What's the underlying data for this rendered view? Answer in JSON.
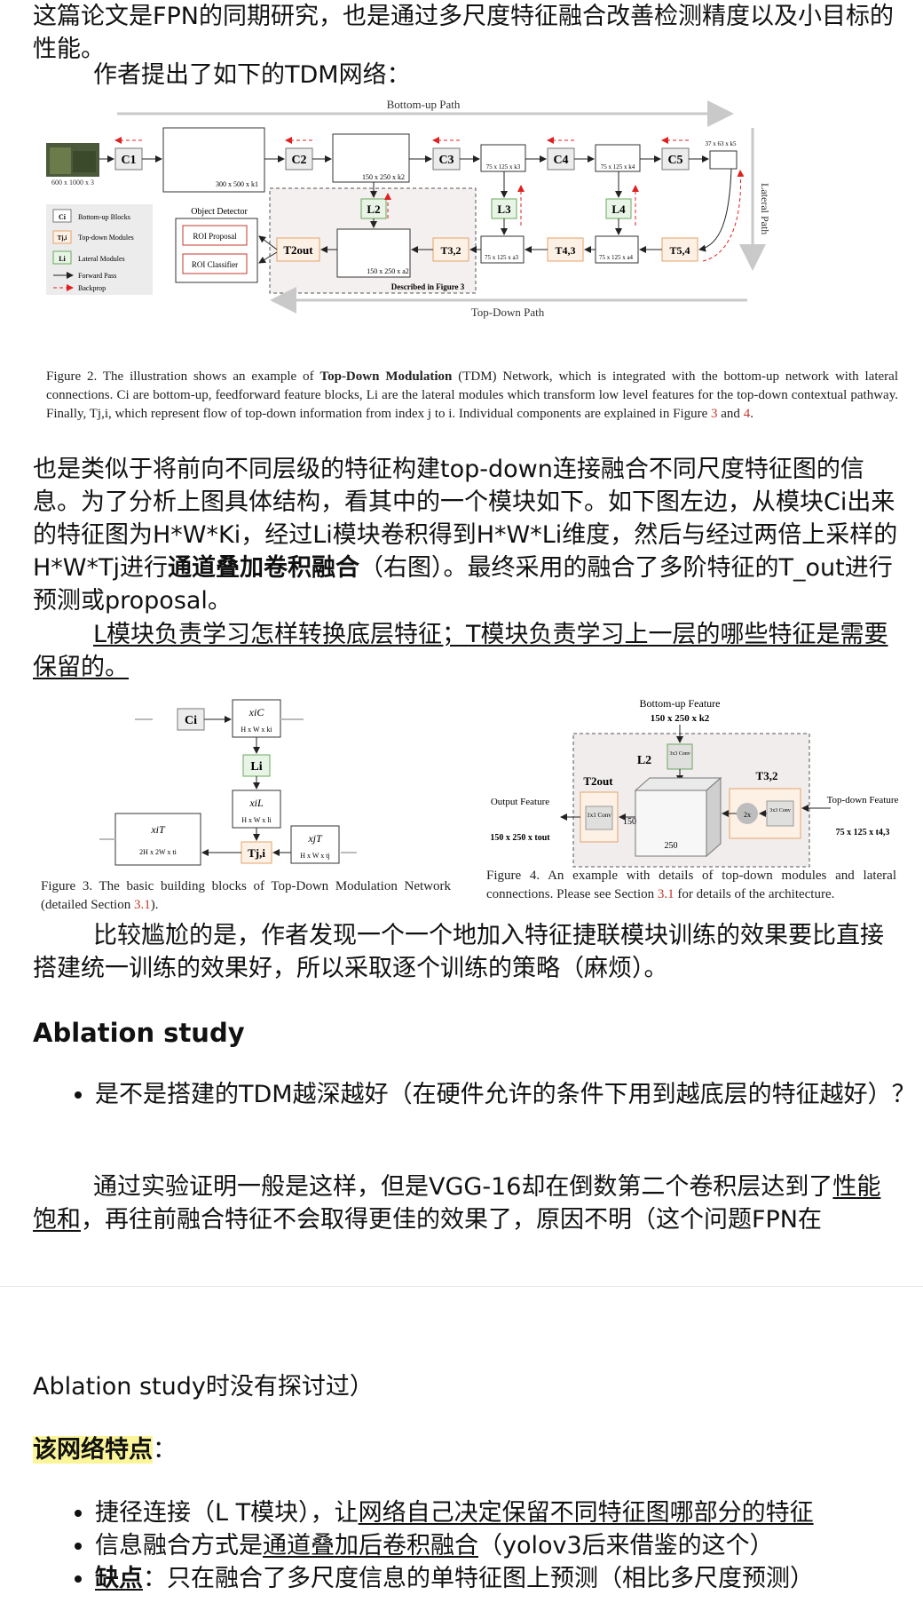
{
  "intro_line1": "这篇论文是FPN的同期研究，也是通过多尺度特征融合改善检测精度以及小目标的性能。",
  "intro_line2": "作者提出了如下的TDM网络：",
  "figure2": {
    "top_path": "Bottom-up Path",
    "right_path": "Lateral Path",
    "bottom_path": "Top-Down Path",
    "image_size": "600 x 1000 x 3",
    "c1": "C1",
    "c2": "C2",
    "c3": "C3",
    "c4": "C4",
    "c5": "C5",
    "l2": "L2",
    "l3": "L3",
    "l4": "L4",
    "t2": "T2out",
    "t32": "T3,2",
    "t43": "T4,3",
    "t54": "T5,4",
    "dim_300": "300 x 500 x k1",
    "dim_150k": "150 x 250 x k2",
    "dim_75k3": "75 x 125 x k3",
    "dim_75k4": "75 x 125 x k4",
    "dim_37": "37 x 63 x k5",
    "dim_150a": "150 x 250 x a2",
    "dim_75a3": "75 x 125 x a3",
    "dim_75a4": "75 x 125 x a4",
    "detector_title": "Object Detector",
    "roi_proposal": "ROI Proposal",
    "roi_classifier": "ROI Classifier",
    "described": "Described in Figure 3",
    "legend": [
      "Bottom-up Blocks",
      "Top-down Modules",
      "Lateral Modules",
      "Forward Pass",
      "Backprop"
    ],
    "legend_keys": [
      "Ci",
      "Tj,i",
      "Li"
    ],
    "caption_prefix": "Figure 2. The illustration shows an example of ",
    "caption_bold": "Top-Down Modulation",
    "caption_rest": " (TDM) Network, which is integrated with the bottom-up network with lateral connections. Ci are bottom-up, feedforward feature blocks, Li are the lateral modules which transform low level features for the top-down contextual pathway. Finally, Tj,i, which represent flow of top-down information from index j to i. Individual components are explained in Figure ",
    "caption_ref1": "3",
    "caption_and": " and ",
    "caption_ref2": "4",
    "caption_end": "."
  },
  "para2": "也是类似于将前向不同层级的特征构建top-down连接融合不同尺度特征图的信息。为了分析上图具体结构，看其中的一个模块如下。如下图左边，从模块Ci出来的特征图为H*W*Ki，经过Li模块卷积得到H*W*Li维度，然后与经过两倍上采样的H*W*Tj进行",
  "para2_bold": "通道叠加卷积融合",
  "para2_end": "（右图）。最终采用的融合了多阶特征的T_out进行预测或proposal。",
  "para3": "L模块负责学习怎样转换底层特征；T模块负责学习上一层的哪些特征是需要保留的。",
  "figure3": {
    "ci": "Ci",
    "xc": "xiC",
    "xc_dim": "H x W x ki",
    "li": "Li",
    "xl": "xiL",
    "xl_dim": "H x W x li",
    "xt": "xiT",
    "xt_dim": "2H x 2W x ti",
    "xj": "xjT",
    "xj_dim": "H x W x tj",
    "tji": "Tj,i",
    "caption": "Figure 3. The basic building blocks of Top-Down Modulation Network (detailed Section ",
    "caption_ref": "3.1",
    "caption_end": ")."
  },
  "figure4": {
    "bu_title": "Bottom-up Feature",
    "bu_dim": "150 x 250 x k2",
    "l2": "L2",
    "conv3": "3x3 Conv",
    "t2": "T2out",
    "t32": "T3,2",
    "conv1": "1x1 Conv",
    "up2x": "2x",
    "conv3b": "3x3 Conv",
    "n150": "150",
    "n250": "250",
    "output_label": "Output Feature",
    "output_dim": "150 x 250 x tout",
    "td_label": "Top-down Feature",
    "td_dim": "75 x 125 x t4,3",
    "caption": "Figure 4. An example with details of top-down modules and lateral connections. Please see Section ",
    "caption_ref": "3.1",
    "caption_end": " for details of the architecture."
  },
  "para4": "比较尴尬的是，作者发现一个一个地加入特征捷联模块训练的效果要比直接搭建统一训练的效果好，所以采取逐个训练的策略（麻烦）。",
  "heading_ablation": "Ablation study",
  "bullet_q": "是不是搭建的TDM越深越好（在硬件允许的条件下用到越底层的特征越好）？",
  "para5_a": "通过实验证明一般是这样，但是VGG-16却在倒数第二个卷积层达到了",
  "para5_u": "性能饱和",
  "para5_b": "，再往前融合特征不会取得更佳的效果了，原因不明（这个问题FPN在",
  "page2_line": "Ablation study时没有探讨过）",
  "features_heading": "该网络特点",
  "features_colon": "：",
  "bullets": [
    {
      "pre": "捷径连接（L T模块），让",
      "u": "网络自己决定保留不同特征图哪部分的特征",
      "post": ""
    },
    {
      "pre": "信息融合方式是",
      "u": "通道叠加后卷积融合",
      "post": "（yolov3后来借鉴的这个）"
    },
    {
      "bold_u": "缺点",
      "post": "：只在融合了多尺度信息的单特征图上预测（相比多尺度预测）"
    }
  ]
}
